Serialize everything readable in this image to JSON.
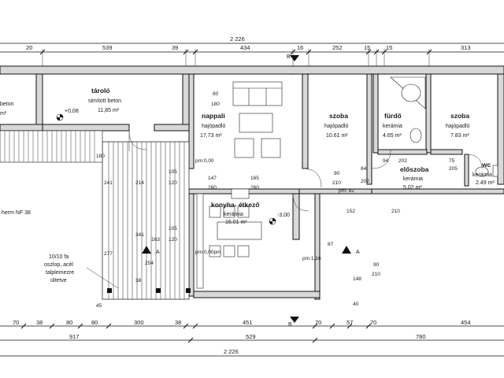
{
  "dimensions": {
    "top_total": "2 226",
    "top_row": [
      "20",
      "539",
      "39",
      "434",
      "16",
      "252",
      "15",
      "15",
      "313"
    ],
    "bottom_row1": [
      "70",
      "38",
      "80",
      "80",
      "300",
      "38",
      "451",
      "70",
      "57",
      "70",
      "454"
    ],
    "bottom_row2": [
      "917",
      "529",
      "780"
    ],
    "bottom_total": "2 226",
    "left_col": [
      "180",
      "241",
      "277",
      "45"
    ],
    "interior_pairs": {
      "a": [
        "80",
        "180"
      ],
      "b": [
        "105",
        "120"
      ],
      "c": [
        "105",
        "120"
      ],
      "d": [
        "90",
        "210"
      ],
      "e": [
        "84",
        "202"
      ],
      "f": [
        "90",
        "210"
      ],
      "g": [
        "75",
        "205"
      ],
      "h": [
        "163",
        "214",
        "341",
        "38"
      ],
      "i": [
        "147",
        "260",
        "165",
        "260"
      ],
      "j": [
        "152",
        "87",
        "148",
        "40"
      ],
      "k": [
        "94",
        "210"
      ],
      "l": [
        "202"
      ],
      "m": [
        "254"
      ]
    }
  },
  "rooms": [
    {
      "name": "tároló",
      "floor": "simított beton",
      "area": "11,85 m²"
    },
    {
      "name": "nappali",
      "floor": "hajópadló",
      "area": "17,73 m²"
    },
    {
      "name": "szoba",
      "floor": "hajópadló",
      "area": "10.61 m²"
    },
    {
      "name": "fürdő",
      "floor": "kerámia",
      "area": "4.65 m²"
    },
    {
      "name": "szoba",
      "floor": "hajópadló",
      "area": "7.83 m²"
    },
    {
      "name": "előszoba",
      "floor": "kerámia",
      "area": "5.02 m²"
    },
    {
      "name": "wc",
      "floor": "kerámia",
      "area": "2.49 m²"
    },
    {
      "name": "konyha- étkező",
      "floor": "kerámia",
      "area": "16,01 m²"
    }
  ],
  "partial_left": {
    "floor": "beton",
    "area": "m²",
    "label": "herm NF 38"
  },
  "levels": [
    "+0,08",
    "-3,00"
  ],
  "note": [
    "10/10 fa",
    "oszlop, acél",
    "talplemezre",
    "ültetve"
  ],
  "section_marks": {
    "a": "A",
    "b": "B"
  },
  "small_labels": {
    "pm1": "pm:0,00",
    "pm2": "pm:0,00pm",
    "pm3": "pm:1,16",
    "pm4": "pm: 82"
  }
}
